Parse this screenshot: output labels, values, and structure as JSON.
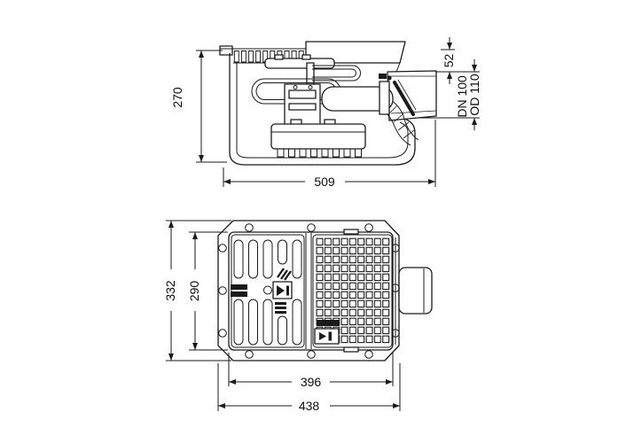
{
  "colors": {
    "line": "#1a1a1a",
    "background": "#ffffff"
  },
  "side_view": {
    "dimensions": {
      "height": "270",
      "width": "509",
      "cover_height": "52",
      "outlet_nominal": "DN 100",
      "outlet_outer": "OD 110"
    }
  },
  "plan_view": {
    "dimensions": {
      "overall_height": "332",
      "cover_height": "290",
      "cover_width": "396",
      "overall_width": "438"
    }
  }
}
